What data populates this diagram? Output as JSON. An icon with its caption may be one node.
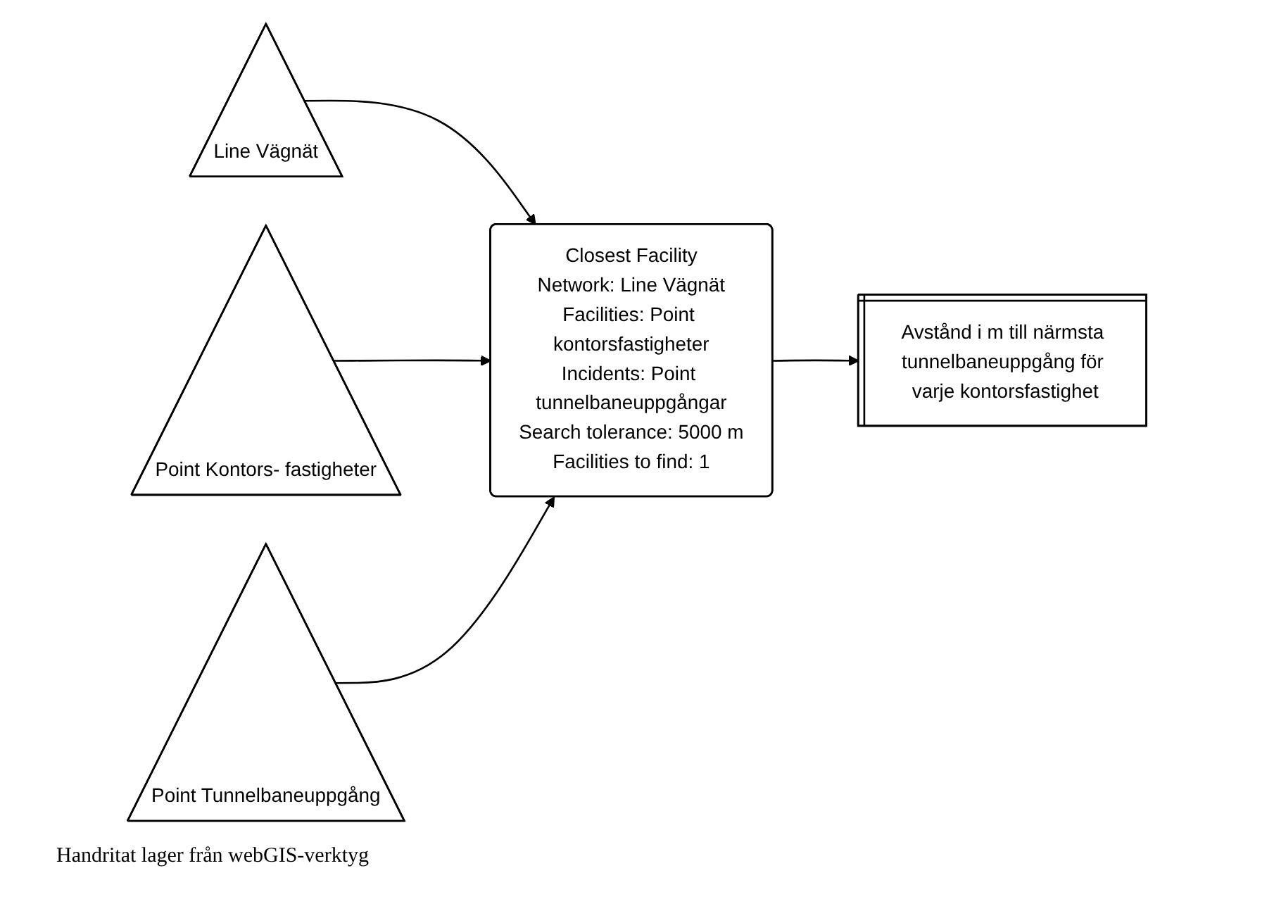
{
  "diagram": {
    "nodes": [
      {
        "text": [
          "Line Vägnät"
        ]
      },
      {
        "text": [
          "Point Kontors- fastigheter"
        ]
      },
      {
        "text": [
          "Point Tunnelbaneuppgång"
        ]
      },
      {
        "text": [
          "Closest Facility",
          "Network: Line Vägnät",
          "Facilities: Point kontorsfastigheter",
          "Incidents: Point tunnelbaneuppgångar",
          "Search tolerance: 5000 m",
          "Facilities to find: 1"
        ]
      },
      {
        "text": [
          "Avstånd i m till närmsta tunnelbaneuppgång för varje kontorsfastighet"
        ]
      }
    ],
    "edges": [
      {
        "from": 0,
        "to": 3,
        "arrow": "to"
      },
      {
        "from": 1,
        "to": 3,
        "arrow": "to"
      },
      {
        "from": 2,
        "to": 3,
        "arrow": "to"
      },
      {
        "from": 3,
        "to": 4,
        "arrow": "to"
      }
    ],
    "labels": [
      "Handritat lager från webGIS-verktyg"
    ]
  }
}
